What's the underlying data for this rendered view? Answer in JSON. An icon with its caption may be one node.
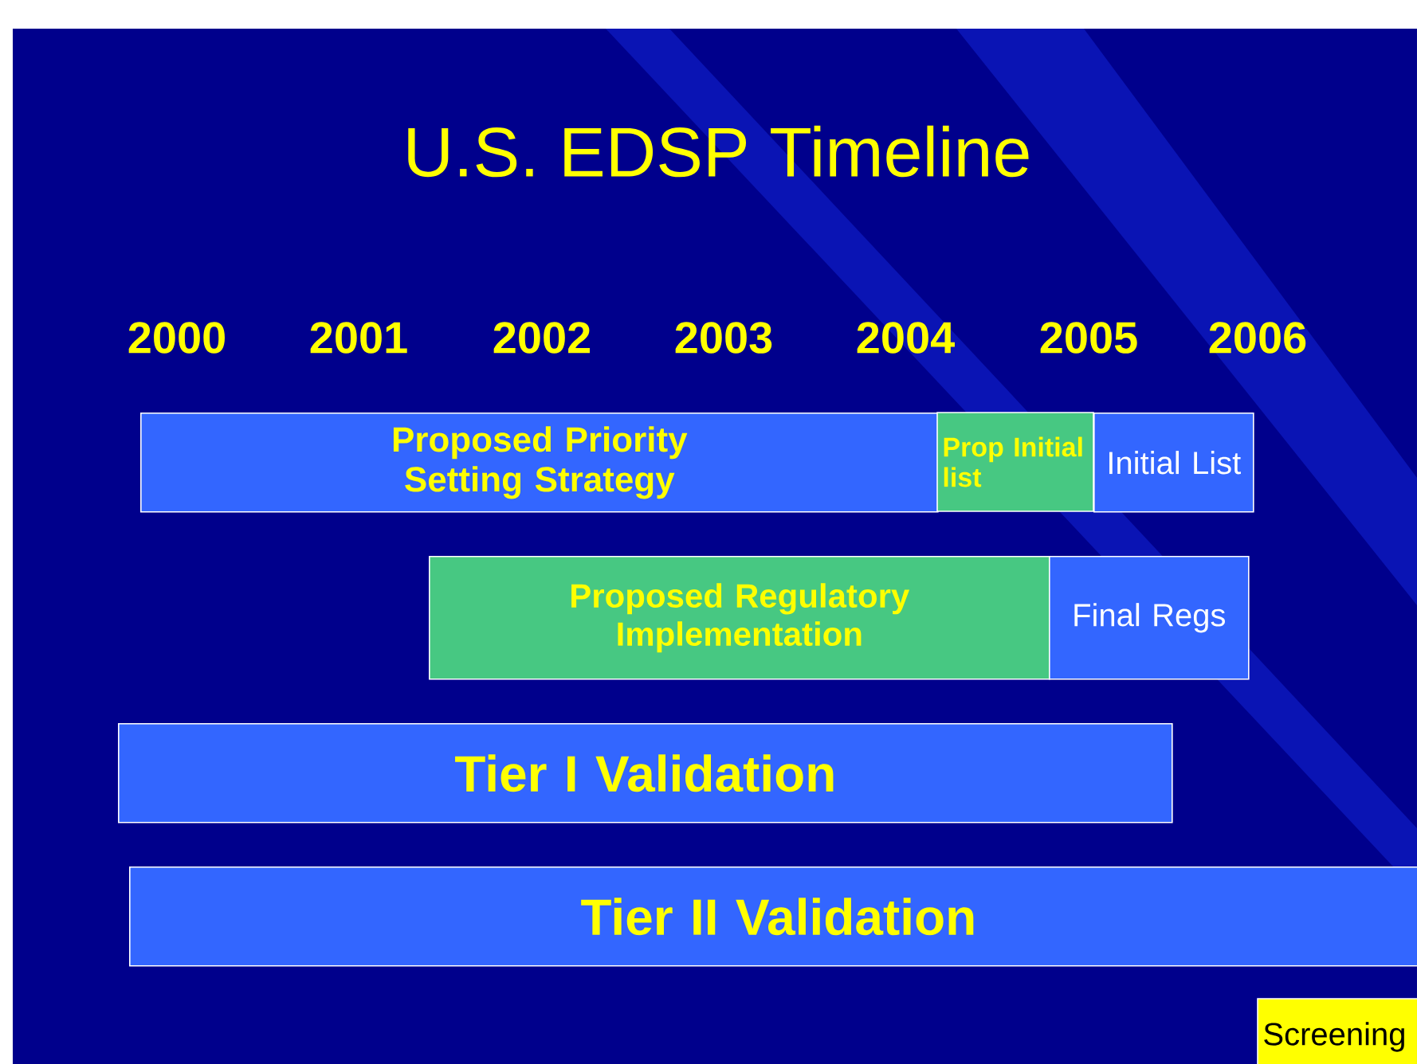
{
  "diagram": {
    "title": "U.S. EDSP Timeline",
    "nodes": [
      {
        "text": [
          "Proposed Priority Setting Strategy"
        ]
      },
      {
        "text": [
          "Prop Initial list"
        ]
      },
      {
        "text": [
          "Initial List"
        ]
      },
      {
        "text": [
          "Proposed Regulatory Implementation"
        ]
      },
      {
        "text": [
          "Final Regs"
        ]
      },
      {
        "text": [
          "Tier I Validation"
        ]
      },
      {
        "text": [
          "Tier II Validation"
        ]
      },
      {
        "text": [
          "Screening"
        ]
      }
    ],
    "labels": [
      "2000",
      "2001",
      "2002",
      "2003",
      "2004",
      "2005",
      "2006"
    ]
  }
}
